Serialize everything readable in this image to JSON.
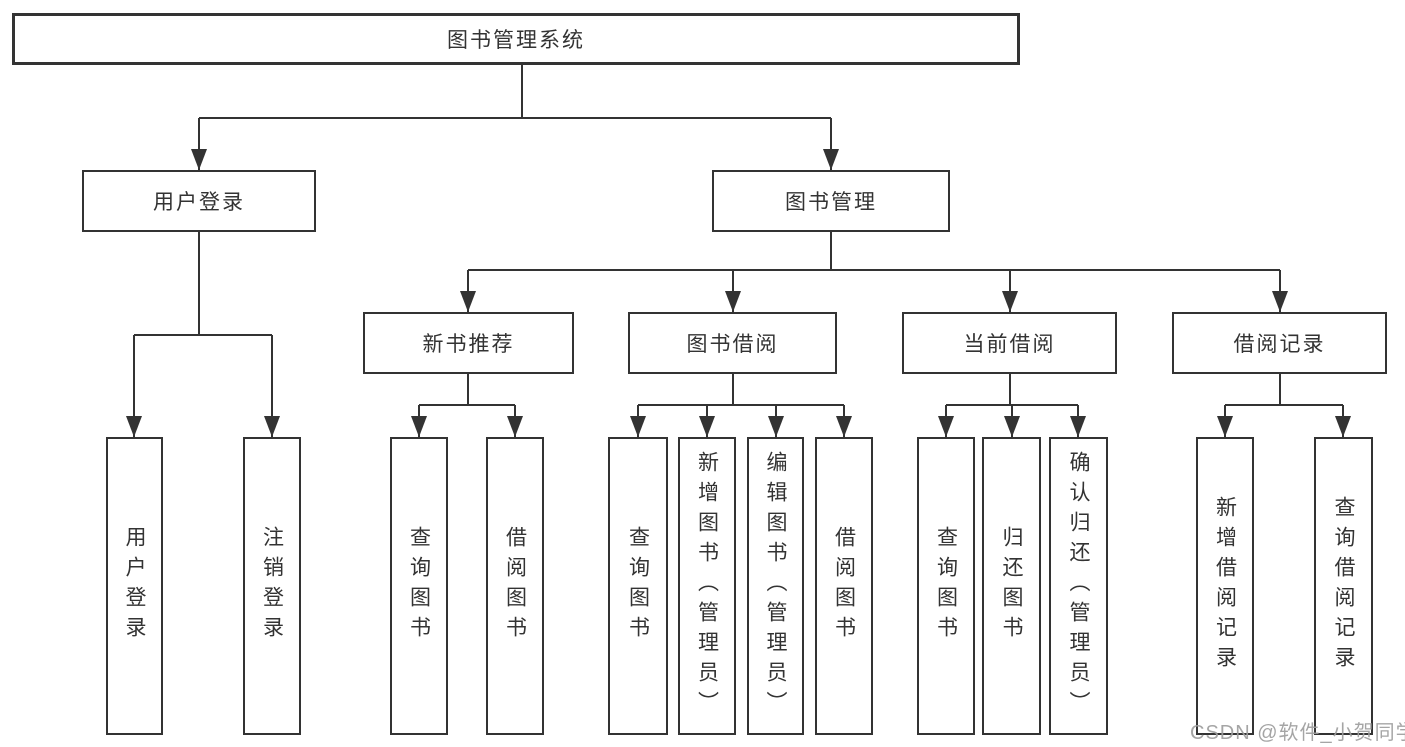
{
  "colors": {
    "line": "#333333",
    "text": "#333333",
    "box_background": "#ffffff",
    "page_background": "#ffffff",
    "watermark": "#9e9e9e"
  },
  "tree": {
    "root_label": "图书管理系统",
    "level1": [
      {
        "label": "用户登录",
        "children": [
          {
            "label": "用户登录"
          },
          {
            "label": "注销登录"
          }
        ]
      },
      {
        "label": "图书管理",
        "children": [
          {
            "label": "新书推荐",
            "children": [
              {
                "label": "查询图书"
              },
              {
                "label": "借阅图书"
              }
            ]
          },
          {
            "label": "图书借阅",
            "children": [
              {
                "label": "查询图书"
              },
              {
                "label": "新增图书（管理员）"
              },
              {
                "label": "编辑图书（管理员）"
              },
              {
                "label": "借阅图书"
              }
            ]
          },
          {
            "label": "当前借阅",
            "children": [
              {
                "label": "查询图书"
              },
              {
                "label": "归还图书"
              },
              {
                "label": "确认归还（管理员）"
              }
            ]
          },
          {
            "label": "借阅记录",
            "children": [
              {
                "label": "新增借阅记录"
              },
              {
                "label": "查询借阅记录"
              }
            ]
          }
        ]
      }
    ]
  },
  "watermark": {
    "text": "CSDN @软件_小贺同学"
  }
}
